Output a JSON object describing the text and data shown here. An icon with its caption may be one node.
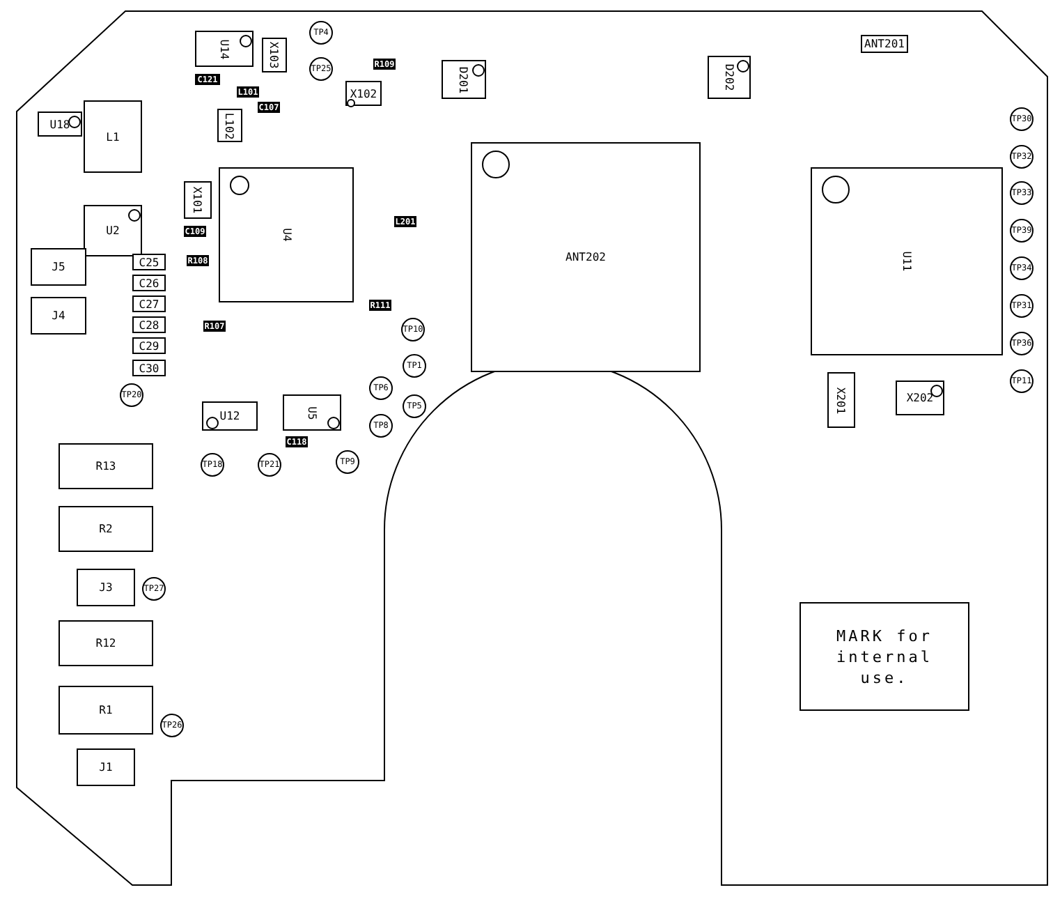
{
  "diagram": {
    "nodes": [
      {
        "text": [
          "U18"
        ]
      },
      {
        "text": [
          "L1"
        ]
      },
      {
        "text": [
          "U2"
        ]
      },
      {
        "text": [
          "J5"
        ]
      },
      {
        "text": [
          "J4"
        ]
      },
      {
        "text": [
          "C25"
        ]
      },
      {
        "text": [
          "C26"
        ]
      },
      {
        "text": [
          "C27"
        ]
      },
      {
        "text": [
          "C28"
        ]
      },
      {
        "text": [
          "C29"
        ]
      },
      {
        "text": [
          "C30"
        ]
      },
      {
        "text": [
          "TP20"
        ]
      },
      {
        "text": [
          "U14"
        ]
      },
      {
        "text": [
          "X103"
        ]
      },
      {
        "text": [
          "TP4"
        ]
      },
      {
        "text": [
          "TP25"
        ]
      },
      {
        "text": [
          "L102"
        ]
      },
      {
        "text": [
          "X101"
        ]
      },
      {
        "text": [
          "U4"
        ]
      },
      {
        "text": [
          "X102"
        ]
      },
      {
        "text": [
          "TP10"
        ]
      },
      {
        "text": [
          "TP1"
        ]
      },
      {
        "text": [
          "TP6"
        ]
      },
      {
        "text": [
          "TP5"
        ]
      },
      {
        "text": [
          "TP8"
        ]
      },
      {
        "text": [
          "U12"
        ]
      },
      {
        "text": [
          "U5"
        ]
      },
      {
        "text": [
          "TP18"
        ]
      },
      {
        "text": [
          "TP21"
        ]
      },
      {
        "text": [
          "TP9"
        ]
      },
      {
        "text": [
          "R13"
        ]
      },
      {
        "text": [
          "R2"
        ]
      },
      {
        "text": [
          "J3"
        ]
      },
      {
        "text": [
          "TP27"
        ]
      },
      {
        "text": [
          "R12"
        ]
      },
      {
        "text": [
          "R1"
        ]
      },
      {
        "text": [
          "TP26"
        ]
      },
      {
        "text": [
          "J1"
        ]
      },
      {
        "text": [
          "D201"
        ]
      },
      {
        "text": [
          "D202"
        ]
      },
      {
        "text": [
          "ANT201"
        ]
      },
      {
        "text": [
          "ANT202"
        ]
      },
      {
        "text": [
          "U11"
        ]
      },
      {
        "text": [
          "X201"
        ]
      },
      {
        "text": [
          "X202"
        ]
      },
      {
        "text": [
          "TP30"
        ]
      },
      {
        "text": [
          "TP32"
        ]
      },
      {
        "text": [
          "TP33"
        ]
      },
      {
        "text": [
          "TP39"
        ]
      },
      {
        "text": [
          "TP34"
        ]
      },
      {
        "text": [
          "TP31"
        ]
      },
      {
        "text": [
          "TP36"
        ]
      },
      {
        "text": [
          "TP11"
        ]
      },
      {
        "text": [
          "MARK for internal use."
        ]
      },
      {
        "text": [
          "C121"
        ]
      },
      {
        "text": [
          "L101"
        ]
      },
      {
        "text": [
          "C107"
        ]
      },
      {
        "text": [
          "R109"
        ]
      },
      {
        "text": [
          "C109"
        ]
      },
      {
        "text": [
          "R108"
        ]
      },
      {
        "text": [
          "R107"
        ]
      },
      {
        "text": [
          "C118"
        ]
      },
      {
        "text": [
          "R111"
        ]
      },
      {
        "text": [
          "L201"
        ]
      }
    ]
  }
}
